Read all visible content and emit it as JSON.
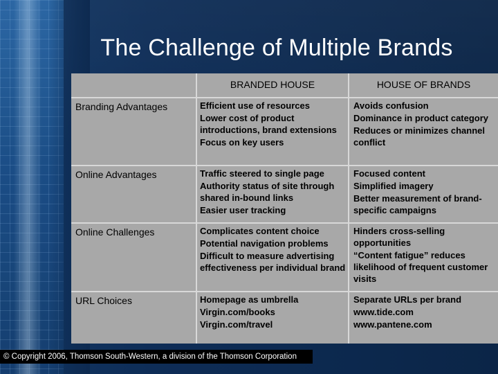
{
  "slide": {
    "title": "The Challenge of Multiple Brands",
    "copyright": "© Copyright 2006, Thomson South-Western, a division of the Thomson Corporation"
  },
  "table": {
    "headers": [
      "",
      "BRANDED HOUSE",
      "HOUSE OF BRANDS"
    ],
    "rows": [
      {
        "label": "Branding Advantages",
        "branded_house": [
          "Efficient use of resources",
          "Lower cost of product introductions, brand extensions",
          "Focus on key users"
        ],
        "house_of_brands": [
          "Avoids confusion",
          "Dominance in product category",
          "Reduces or minimizes channel conflict"
        ]
      },
      {
        "label": "Online Advantages",
        "branded_house": [
          "Traffic steered to single page",
          "Authority status of site through shared in-bound links",
          "Easier user tracking"
        ],
        "house_of_brands": [
          "Focused content",
          "Simplified imagery",
          "Better measurement of brand-specific campaigns"
        ]
      },
      {
        "label": "Online Challenges",
        "branded_house": [
          "Complicates content choice",
          "Potential navigation problems",
          "Difficult to measure advertising effectiveness per individual brand"
        ],
        "house_of_brands": [
          "Hinders cross-selling opportunities",
          "“Content fatigue” reduces likelihood of frequent customer visits"
        ]
      },
      {
        "label": "URL Choices",
        "branded_house": [
          "Homepage as umbrella",
          "Virgin.com/books",
          "Virgin.com/travel"
        ],
        "house_of_brands": [
          "Separate URLs per brand",
          "www.tide.com",
          "www.pantene.com"
        ]
      }
    ]
  }
}
